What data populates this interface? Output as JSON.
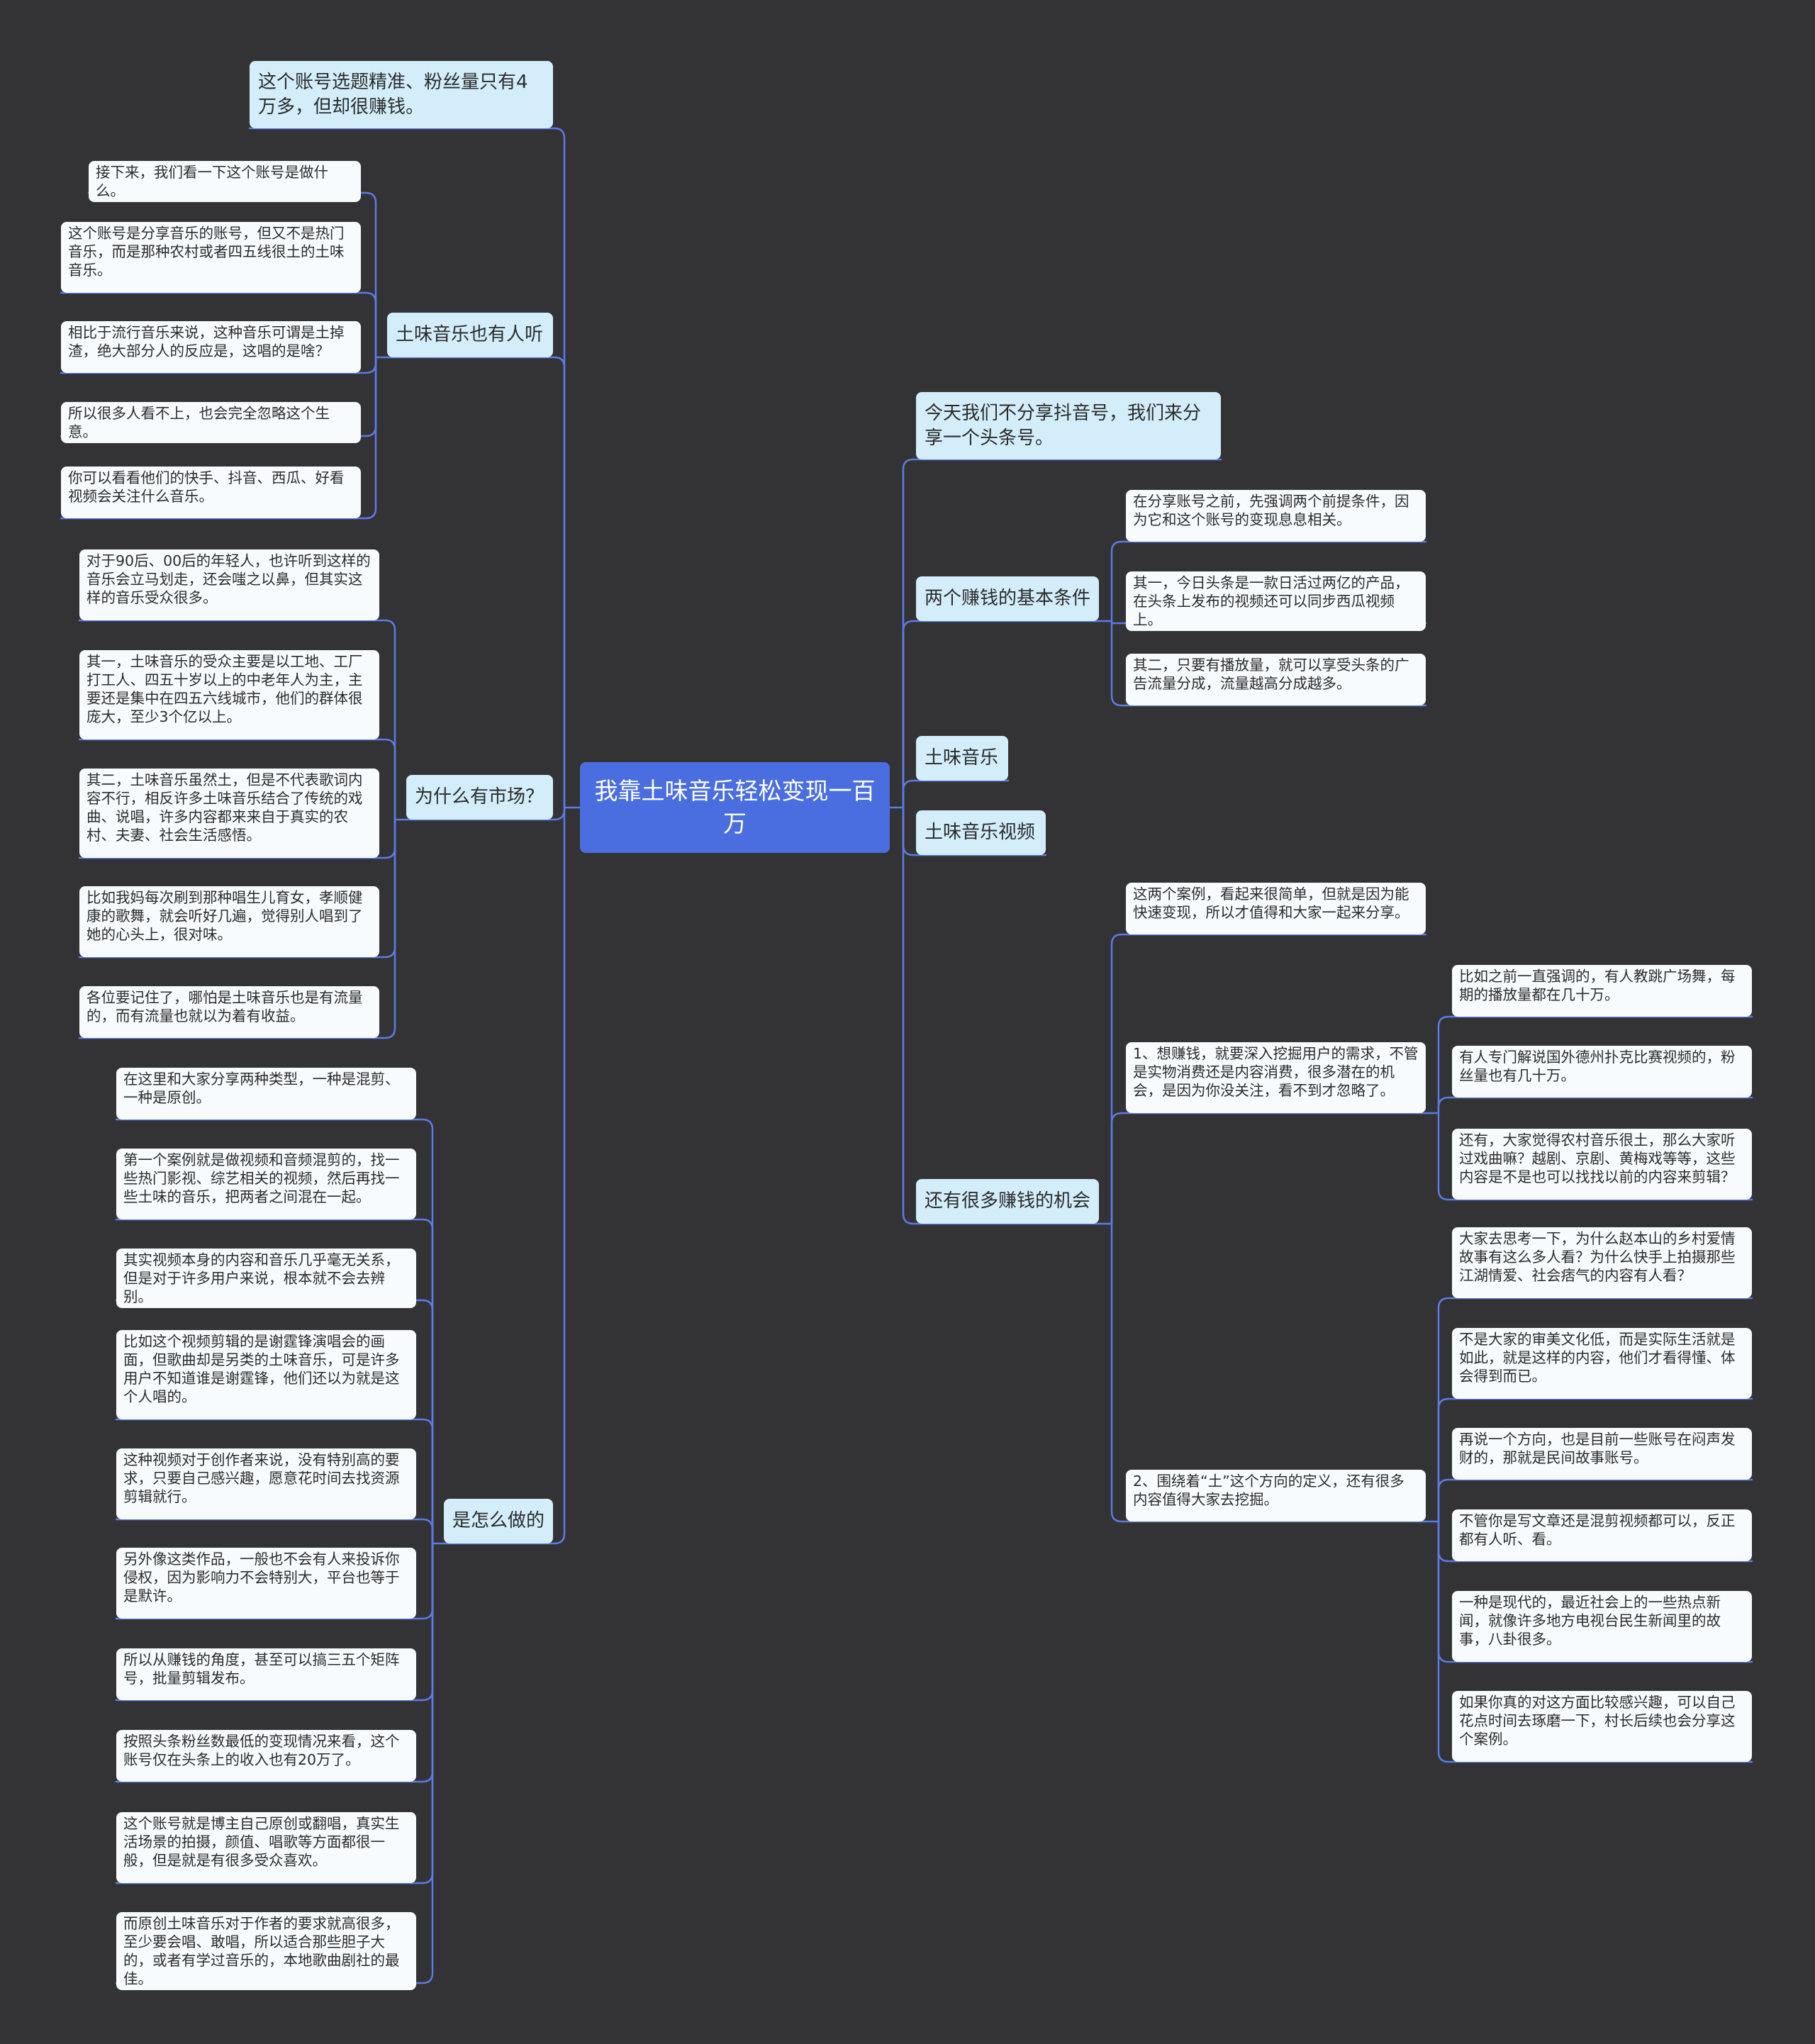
{
  "root": {
    "label": "我靠土味音乐轻松变现一百万"
  },
  "left": [
    {
      "label": "这个账号选题精准、粉丝量只有4万多，但却很赚钱。",
      "children": []
    },
    {
      "label": "土味音乐也有人听",
      "children": [
        {
          "label": "接下来，我们看一下这个账号是做什么。"
        },
        {
          "label": "这个账号是分享音乐的账号，但又不是热门音乐，而是那种农村或者四五线很土的土味音乐。"
        },
        {
          "label": "相比于流行音乐来说，这种音乐可谓是土掉渣，绝大部分人的反应是，这唱的是啥？"
        },
        {
          "label": "所以很多人看不上，也会完全忽略这个生意。"
        },
        {
          "label": "你可以看看他们的快手、抖音、西瓜、好看视频会关注什么音乐。"
        }
      ]
    },
    {
      "label": "为什么有市场？",
      "children": [
        {
          "label": "对于90后、00后的年轻人，也许听到这样的音乐会立马划走，还会嗤之以鼻，但其实这样的音乐受众很多。"
        },
        {
          "label": "其一，土味音乐的受众主要是以工地、工厂打工人、四五十岁以上的中老年人为主，主要还是集中在四五六线城市，他们的群体很庞大，至少3个亿以上。"
        },
        {
          "label": "其二，土味音乐虽然土，但是不代表歌词内容不行，相反许多土味音乐结合了传统的戏曲、说唱，许多内容都来来自于真实的农村、夫妻、社会生活感悟。"
        },
        {
          "label": "比如我妈每次刷到那种唱生儿育女，孝顺健康的歌舞，就会听好几遍，觉得别人唱到了她的心头上，很对味。"
        },
        {
          "label": "各位要记住了，哪怕是土味音乐也是有流量的，而有流量也就以为着有收益。"
        }
      ]
    },
    {
      "label": "是怎么做的",
      "children": [
        {
          "label": "在这里和大家分享两种类型，一种是混剪、一种是原创。"
        },
        {
          "label": "第一个案例就是做视频和音频混剪的，找一些热门影视、综艺相关的视频，然后再找一些土味的音乐，把两者之间混在一起。"
        },
        {
          "label": "其实视频本身的内容和音乐几乎毫无关系，但是对于许多用户来说，根本就不会去辨别。"
        },
        {
          "label": "比如这个视频剪辑的是谢霆锋演唱会的画面，但歌曲却是另类的土味音乐，可是许多用户不知道谁是谢霆锋，他们还以为就是这个人唱的。"
        },
        {
          "label": "这种视频对于创作者来说，没有特别高的要求，只要自己感兴趣，愿意花时间去找资源剪辑就行。"
        },
        {
          "label": "另外像这类作品，一般也不会有人来投诉你侵权，因为影响力不会特别大，平台也等于是默许。"
        },
        {
          "label": "所以从赚钱的角度，甚至可以搞三五个矩阵号，批量剪辑发布。"
        },
        {
          "label": "按照头条粉丝数最低的变现情况来看，这个账号仅在头条上的收入也有20万了。"
        },
        {
          "label": "这个账号就是博主自己原创或翻唱，真实生活场景的拍摄，颜值、唱歌等方面都很一般，但是就是有很多受众喜欢。"
        },
        {
          "label": "而原创土味音乐对于作者的要求就高很多，至少要会唱、敢唱，所以适合那些胆子大的，或者有学过音乐的，本地歌曲剧社的最佳。"
        }
      ]
    }
  ],
  "right": [
    {
      "label": "今天我们不分享抖音号，我们来分享一个头条号。",
      "children": []
    },
    {
      "label": "两个赚钱的基本条件",
      "children": [
        {
          "label": "在分享账号之前，先强调两个前提条件，因为它和这个账号的变现息息相关。"
        },
        {
          "label": "其一，今日头条是一款日活过两亿的产品，在头条上发布的视频还可以同步西瓜视频上。"
        },
        {
          "label": "其二，只要有播放量，就可以享受头条的广告流量分成，流量越高分成越多。"
        }
      ]
    },
    {
      "label": "土味音乐",
      "children": []
    },
    {
      "label": "土味音乐视频",
      "children": []
    },
    {
      "label": "还有很多赚钱的机会",
      "children": [
        {
          "label": "这两个案例，看起来很简单，但就是因为能快速变现，所以才值得和大家一起来分享。",
          "children": []
        },
        {
          "label": "1、想赚钱，就要深入挖掘用户的需求，不管是实物消费还是内容消费，很多潜在的机会，是因为你没关注，看不到才忽略了。",
          "children": [
            {
              "label": "比如之前一直强调的，有人教跳广场舞，每期的播放量都在几十万。"
            },
            {
              "label": "有人专门解说国外德州扑克比赛视频的，粉丝量也有几十万。"
            },
            {
              "label": "还有，大家觉得农村音乐很土，那么大家听过戏曲嘛？越剧、京剧、黄梅戏等等，这些内容是不是也可以找找以前的内容来剪辑？"
            }
          ]
        },
        {
          "label": "2、围绕着“土”这个方向的定义，还有很多内容值得大家去挖掘。",
          "children": [
            {
              "label": "大家去思考一下，为什么赵本山的乡村爱情故事有这么多人看？为什么快手上拍摄那些江湖情爱、社会痞气的内容有人看？"
            },
            {
              "label": "不是大家的审美文化低，而是实际生活就是如此，就是这样的内容，他们才看得懂、体会得到而已。"
            },
            {
              "label": "再说一个方向，也是目前一些账号在闷声发财的，那就是民间故事账号。"
            },
            {
              "label": "不管你是写文章还是混剪视频都可以，反正都有人听、看。"
            },
            {
              "label": "一种是现代的，最近社会上的一些热点新闻，就像许多地方电视台民生新闻里的故事，八卦很多。"
            },
            {
              "label": "如果你真的对这方面比较感兴趣，可以自己花点时间去琢磨一下，村长后续也会分享这个案例。"
            }
          ]
        }
      ]
    }
  ],
  "colors": {
    "background": "#333335",
    "root": "#4a6ee0",
    "branch": "#d3eefa",
    "leaf": "#f7fbfe",
    "link": "#5b7be6"
  }
}
